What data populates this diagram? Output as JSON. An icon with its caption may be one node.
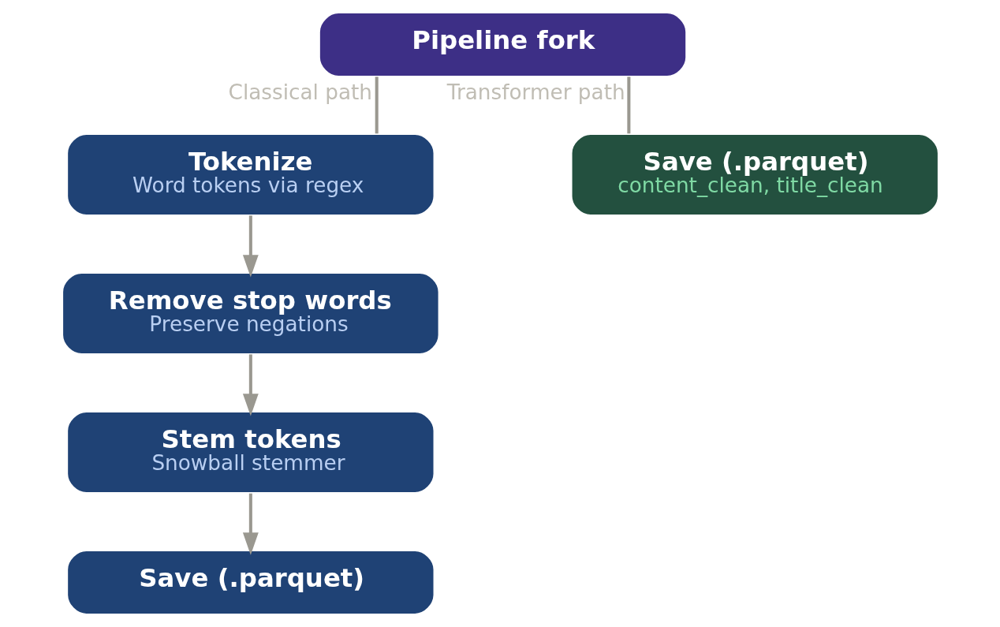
{
  "diagram": {
    "nodes": [
      {
        "text": [
          "Pipeline fork"
        ]
      },
      {
        "text": [
          "Tokenize",
          "Word tokens via regex"
        ]
      },
      {
        "text": [
          "Remove stop words",
          "Preserve negations"
        ]
      },
      {
        "text": [
          "Stem tokens",
          "Snowball stemmer"
        ]
      },
      {
        "text": [
          "Save (.parquet)"
        ]
      },
      {
        "text": [
          "Save (.parquet)",
          "content_clean, title_clean"
        ]
      }
    ],
    "edges": [
      {
        "from": 0,
        "to": 1,
        "arrow": "none",
        "label": "Classical path"
      },
      {
        "from": 0,
        "to": 5,
        "arrow": "none",
        "label": "Transformer path"
      },
      {
        "from": 1,
        "to": 2,
        "arrow": "to"
      },
      {
        "from": 2,
        "to": 3,
        "arrow": "to"
      },
      {
        "from": 3,
        "to": 4,
        "arrow": "to"
      }
    ]
  }
}
